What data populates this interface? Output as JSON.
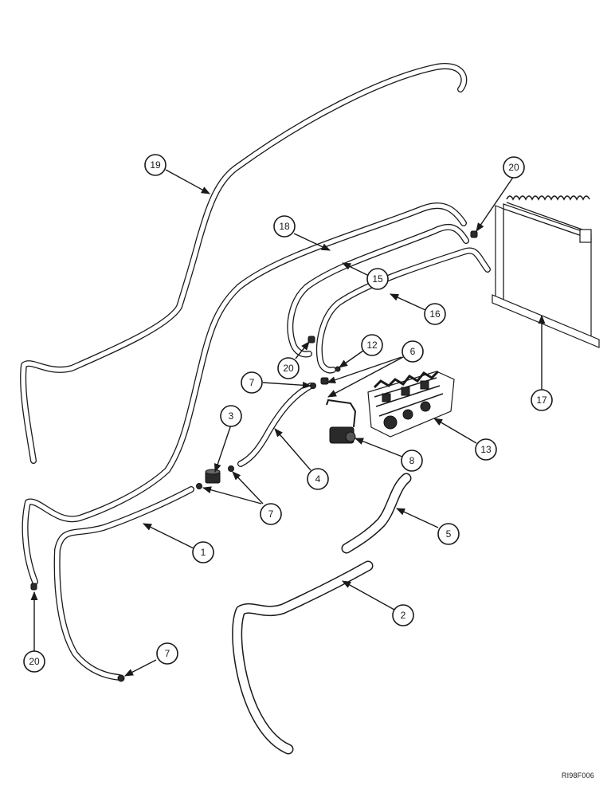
{
  "diagram": {
    "reference_code": "RI98F006",
    "callouts": {
      "c1": "1",
      "c2": "2",
      "c3": "3",
      "c4": "4",
      "c5": "5",
      "c6": "6",
      "c7a": "7",
      "c7b": "7",
      "c7c": "7",
      "c8": "8",
      "c12": "12",
      "c13": "13",
      "c15": "15",
      "c16": "16",
      "c17": "17",
      "c18": "18",
      "c19": "19",
      "c20a": "20",
      "c20b": "20",
      "c20c": "20"
    }
  }
}
